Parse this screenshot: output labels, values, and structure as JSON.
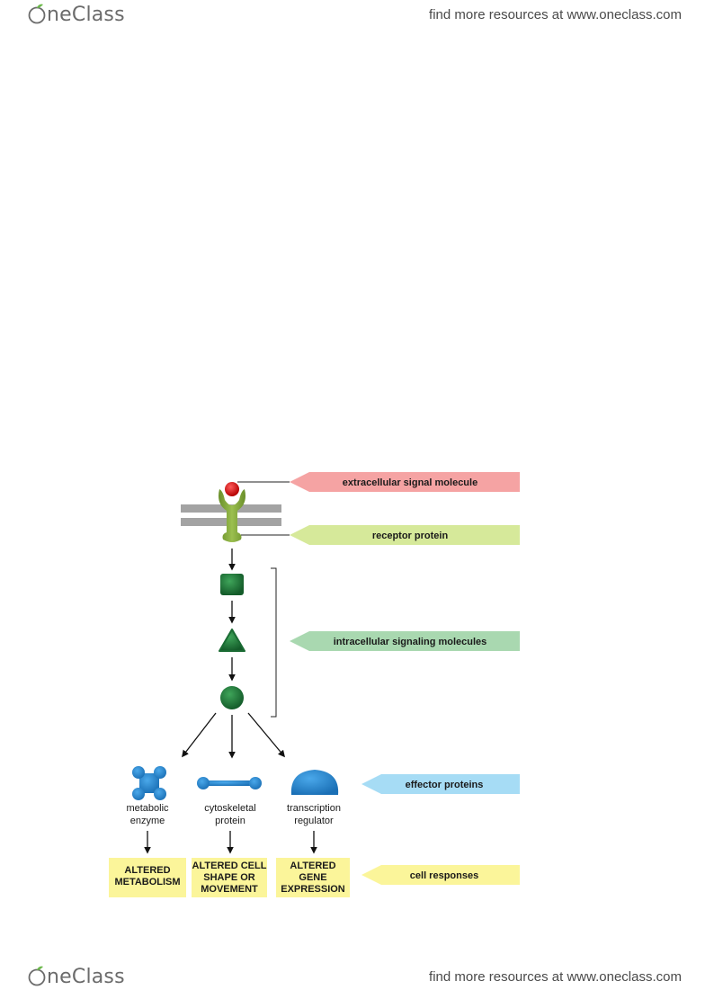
{
  "header": {
    "logo_text": "neClass",
    "tagline": "find more resources at www.oneclass.com"
  },
  "footer": {
    "logo_text": "neClass",
    "tagline": "find more resources at www.oneclass.com"
  },
  "diagram": {
    "labels": {
      "extracellular": "extracellular signal molecule",
      "receptor": "receptor protein",
      "intracellular": "intracellular signaling molecules",
      "effector": "effector proteins",
      "responses": "cell responses"
    },
    "colors": {
      "extracellular_bg": "#f5a3a3",
      "receptor_bg": "#d6e99a",
      "intracellular_bg": "#a9d8b0",
      "effector_bg": "#a6dcf5",
      "responses_bg": "#fbf59a",
      "membrane": "#a3a3a3",
      "receptor": "#7fa33a",
      "signal": "#cc0000",
      "intracellular_shapes": "#1f7a3a",
      "effector_shapes": "#2486d1",
      "response_box": "#fbf59a"
    },
    "proteins": [
      {
        "line1": "metabolic",
        "line2": "enzyme"
      },
      {
        "line1": "cytoskeletal",
        "line2": "protein"
      },
      {
        "line1": "transcription",
        "line2": "regulator"
      }
    ],
    "responses": [
      {
        "line1": "ALTERED",
        "line2": "METABOLISM",
        "line3": ""
      },
      {
        "line1": "ALTERED CELL",
        "line2": "SHAPE OR",
        "line3": "MOVEMENT"
      },
      {
        "line1": "ALTERED",
        "line2": "GENE",
        "line3": "EXPRESSION"
      }
    ]
  }
}
